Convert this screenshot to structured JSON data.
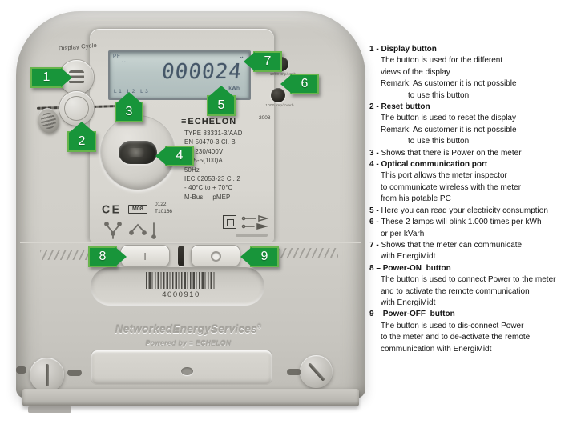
{
  "colors": {
    "badge_green": "#18953a",
    "badge_border_green": "#67b44c",
    "meter_body_gray": "#d1cfc9",
    "lcd_background": "#b9c6c5",
    "lcd_digit_color": "#3c4e61"
  },
  "meter": {
    "display_cycle_label": "Display Cycle",
    "lcd": {
      "mode": "PF",
      "dots": "∙∙",
      "comm_mark": "⌄",
      "reading": "000024",
      "unit": "kWh",
      "phases": "L1 L2 L3"
    },
    "brand": {
      "logo_glyph": "≡",
      "name": "ECHELON",
      "year": "2008"
    },
    "nameplate_lines": [
      "TYPE 83331-3/AAD",
      "EN 50470-3 Cl. B",
      "3 x 230/400V",
      "0.25-5(100)A",
      "50Hz",
      "IEC 62053-23 Cl. 2",
      "- 40°C to + 70°C",
      "M-Bus     pMEP"
    ],
    "certification": {
      "ce": "CE",
      "approval": "M08",
      "code1": "0122",
      "code2": "T10166"
    },
    "lamps": [
      {
        "label": "1000 imp/kWh"
      },
      {
        "label": "1000 imp/kVarh"
      }
    ],
    "buttons": {
      "power_on": "I",
      "power_off": "O"
    },
    "barcode_number": "4000910",
    "footer": {
      "brand": "NetworkedEnergyServices",
      "reg": "®",
      "powered_by": "Powered by",
      "powered_glyph": "≡",
      "powered_brand": "ECHELON"
    },
    "badges": [
      "1",
      "2",
      "3",
      "4",
      "5",
      "6",
      "7",
      "8",
      "9"
    ]
  },
  "legend": {
    "items": [
      {
        "num": "1",
        "sep": "-",
        "title": "Display button",
        "bold": true,
        "lines": [
          {
            "t": "The button is used for the different",
            "i": 1
          },
          {
            "t": "views of the display",
            "i": 1
          },
          {
            "t": "Remark: As customer it is not possible",
            "i": 1
          },
          {
            "t": "to use this button.",
            "i": 2
          }
        ]
      },
      {
        "num": "2",
        "sep": "-",
        "title": "Reset button",
        "bold": true,
        "lines": [
          {
            "t": "The button is used to reset the display",
            "i": 1
          },
          {
            "t": "Remark: As customer it is not possible",
            "i": 1
          },
          {
            "t": "to use this button",
            "i": 2
          }
        ]
      },
      {
        "num": "3",
        "sep": "-",
        "title": "Shows that there is Power on the meter",
        "bold": false,
        "lines": []
      },
      {
        "num": "4",
        "sep": "-",
        "title": "Optical communication port",
        "bold": true,
        "lines": [
          {
            "t": "This port allows the meter inspector",
            "i": 1
          },
          {
            "t": "to communicate wireless with the meter",
            "i": 1
          },
          {
            "t": "from his potable PC",
            "i": 1
          }
        ]
      },
      {
        "num": "5",
        "sep": "-",
        "title": "Here you can read your electricity consumption",
        "bold": false,
        "lines": []
      },
      {
        "num": "6",
        "sep": "-",
        "title": "These 2 lamps will blink 1.000 times per kWh",
        "bold": false,
        "lines": [
          {
            "t": "or per kVarh",
            "i": 1
          }
        ]
      },
      {
        "num": "7",
        "sep": "-",
        "title": "Shows that the meter can communicate",
        "bold": false,
        "lines": [
          {
            "t": "with EnergiMidt",
            "i": 1
          }
        ]
      },
      {
        "num": "8",
        "sep": "–",
        "title": "Power-ON  button",
        "bold": true,
        "lines": [
          {
            "t": "The button is used to connect Power to the meter",
            "i": 1
          },
          {
            "t": "and to activate the remote communication",
            "i": 1
          },
          {
            "t": "with EnergiMidt",
            "i": 1
          }
        ]
      },
      {
        "num": "9",
        "sep": "–",
        "title": "Power-OFF  button",
        "bold": true,
        "lines": [
          {
            "t": "The button is used to dis-connect Power",
            "i": 1
          },
          {
            "t": "to the meter and to de-activate the remote",
            "i": 1
          },
          {
            "t": "communication with EnergiMidt",
            "i": 1
          }
        ]
      }
    ]
  }
}
